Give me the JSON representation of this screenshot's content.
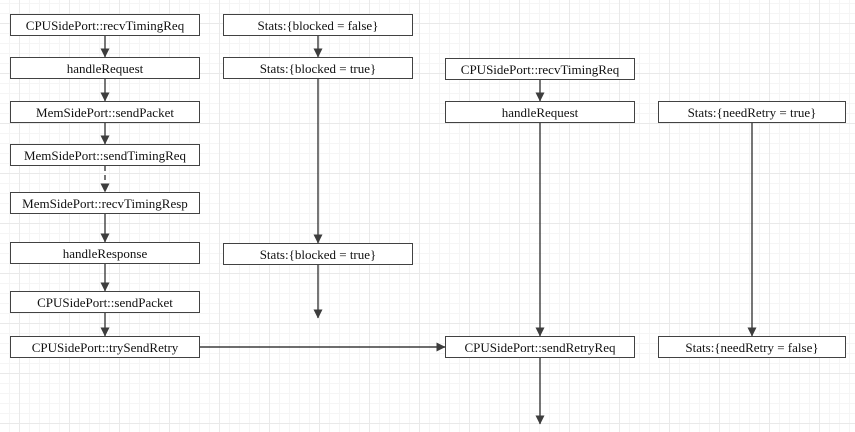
{
  "diagram": {
    "background_color": "#ffffff",
    "grid_minor_color": "#f5f5f5",
    "grid_major_color": "#e9e9e9",
    "node_fill_color": "#ffffff",
    "node_border_color": "#424242",
    "edge_color": "#3d3d3d",
    "text_color": "#111111"
  },
  "nodes": [
    {
      "id": "cpu-recv-timing-req-1",
      "label": "CPUSidePort::recvTimingReq"
    },
    {
      "id": "handle-request-1",
      "label": "handleRequest"
    },
    {
      "id": "mem-send-packet",
      "label": "MemSidePort::sendPacket"
    },
    {
      "id": "mem-send-timing-req",
      "label": "MemSidePort::sendTimingReq"
    },
    {
      "id": "mem-recv-timing-resp",
      "label": "MemSidePort::recvTimingResp"
    },
    {
      "id": "handle-response",
      "label": "handleResponse"
    },
    {
      "id": "cpu-send-packet",
      "label": "CPUSidePort::sendPacket"
    },
    {
      "id": "cpu-try-send-retry",
      "label": "CPUSidePort::trySendRetry"
    },
    {
      "id": "stats-blocked-false",
      "label": "Stats:{blocked = false}"
    },
    {
      "id": "stats-blocked-true-1",
      "label": "Stats:{blocked = true}"
    },
    {
      "id": "stats-blocked-true-2",
      "label": "Stats:{blocked = true}"
    },
    {
      "id": "cpu-recv-timing-req-2",
      "label": "CPUSidePort::recvTimingReq"
    },
    {
      "id": "handle-request-2",
      "label": "handleRequest"
    },
    {
      "id": "cpu-send-retry-req",
      "label": "CPUSidePort::sendRetryReq"
    },
    {
      "id": "stats-need-retry-true",
      "label": "Stats:{needRetry = true}"
    },
    {
      "id": "stats-need-retry-false",
      "label": "Stats:{needRetry = false}"
    }
  ],
  "edges": [
    {
      "from": "cpu-recv-timing-req-1",
      "to": "handle-request-1",
      "style": "solid"
    },
    {
      "from": "handle-request-1",
      "to": "mem-send-packet",
      "style": "solid"
    },
    {
      "from": "mem-send-packet",
      "to": "mem-send-timing-req",
      "style": "solid"
    },
    {
      "from": "mem-send-timing-req",
      "to": "mem-recv-timing-resp",
      "style": "dashed"
    },
    {
      "from": "mem-recv-timing-resp",
      "to": "handle-response",
      "style": "solid"
    },
    {
      "from": "handle-response",
      "to": "cpu-send-packet",
      "style": "solid"
    },
    {
      "from": "cpu-send-packet",
      "to": "cpu-try-send-retry",
      "style": "solid"
    },
    {
      "from": "cpu-try-send-retry",
      "to": "cpu-send-retry-req",
      "style": "solid"
    },
    {
      "from": "stats-blocked-false",
      "to": "stats-blocked-true-1",
      "style": "solid"
    },
    {
      "from": "stats-blocked-true-1",
      "to": "stats-blocked-true-2",
      "style": "solid"
    },
    {
      "from": "stats-blocked-true-2",
      "to": "",
      "style": "solid"
    },
    {
      "from": "cpu-recv-timing-req-2",
      "to": "handle-request-2",
      "style": "solid"
    },
    {
      "from": "handle-request-2",
      "to": "cpu-send-retry-req",
      "style": "solid"
    },
    {
      "from": "cpu-send-retry-req",
      "to": "",
      "style": "solid"
    },
    {
      "from": "stats-need-retry-true",
      "to": "stats-need-retry-false",
      "style": "solid"
    }
  ]
}
